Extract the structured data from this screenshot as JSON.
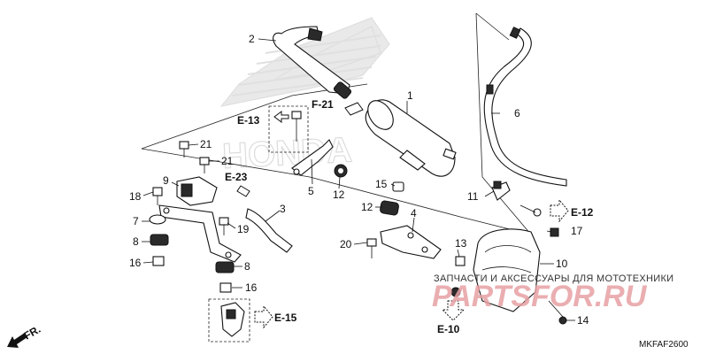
{
  "watermark": {
    "brand": "HONDA",
    "site_text": "PARTSFOR.RU",
    "tagline": "ЗАПЧАСТИ И АКСЕССУАРЫ ДЛЯ МОТОТЕХНИКИ"
  },
  "diagram_code": "MKFAF2600",
  "direction_label": "FR.",
  "callouts": {
    "c1": "1",
    "c2": "2",
    "c3": "3",
    "c4": "4",
    "c5": "5",
    "c6": "6",
    "c7": "7",
    "c8a": "8",
    "c8b": "8",
    "c9": "9",
    "c10": "10",
    "c11": "11",
    "c12a": "12",
    "c12b": "12",
    "c13": "13",
    "c14": "14",
    "c15": "15",
    "c16a": "16",
    "c16b": "16",
    "c17": "17",
    "c18": "18",
    "c19": "19",
    "c20": "20",
    "c21a": "21",
    "c21b": "21"
  },
  "refs": {
    "e13": "E-13",
    "f21": "F-21",
    "e23": "E-23",
    "e12": "E-12",
    "e15": "E-15",
    "e10": "E-10"
  }
}
